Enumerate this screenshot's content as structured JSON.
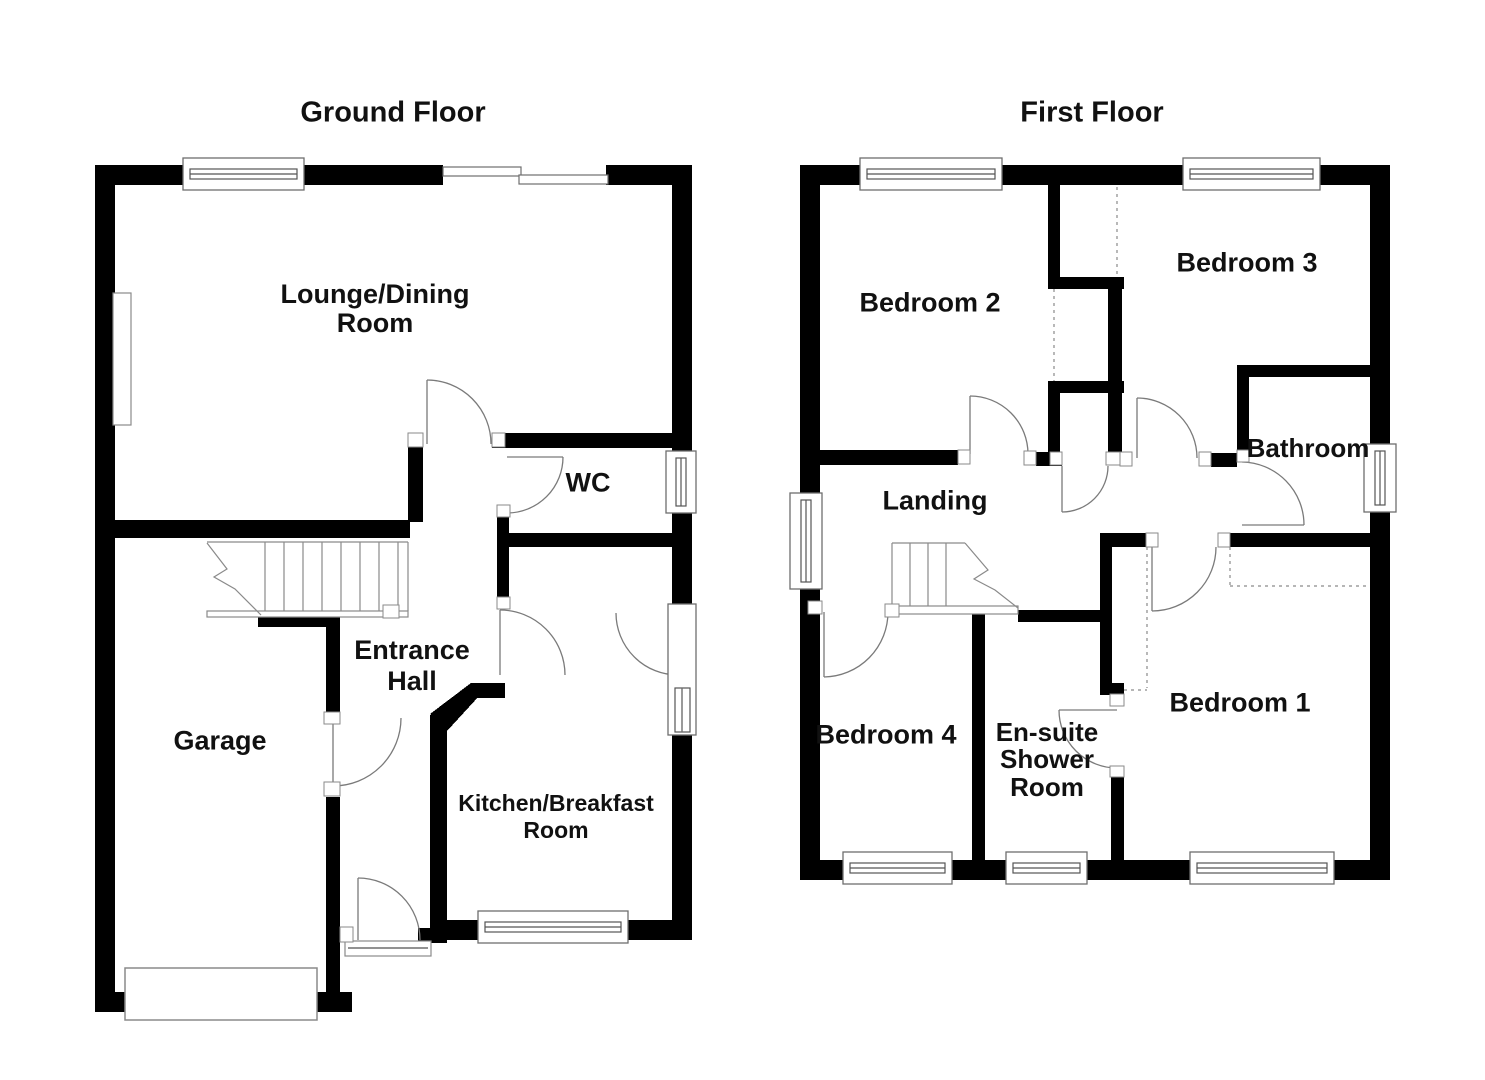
{
  "document_type": "floorplan",
  "colors": {
    "wall": "#000000",
    "line": "#6e6e6e",
    "text": "#111111",
    "background": "#ffffff"
  },
  "ground_floor": {
    "title": "Ground Floor",
    "rooms": {
      "lounge": "Lounge/Dining Room",
      "wc": "WC",
      "entrance_hall": "Entrance Hall",
      "garage": "Garage",
      "kitchen": "Kitchen/Breakfast Room"
    }
  },
  "first_floor": {
    "title": "First Floor",
    "rooms": {
      "bedroom2": "Bedroom 2",
      "bedroom3": "Bedroom 3",
      "landing": "Landing",
      "bathroom": "Bathroom",
      "bedroom4": "Bedroom 4",
      "ensuite": "En-suite Shower Room",
      "bedroom1": "Bedroom 1"
    }
  }
}
